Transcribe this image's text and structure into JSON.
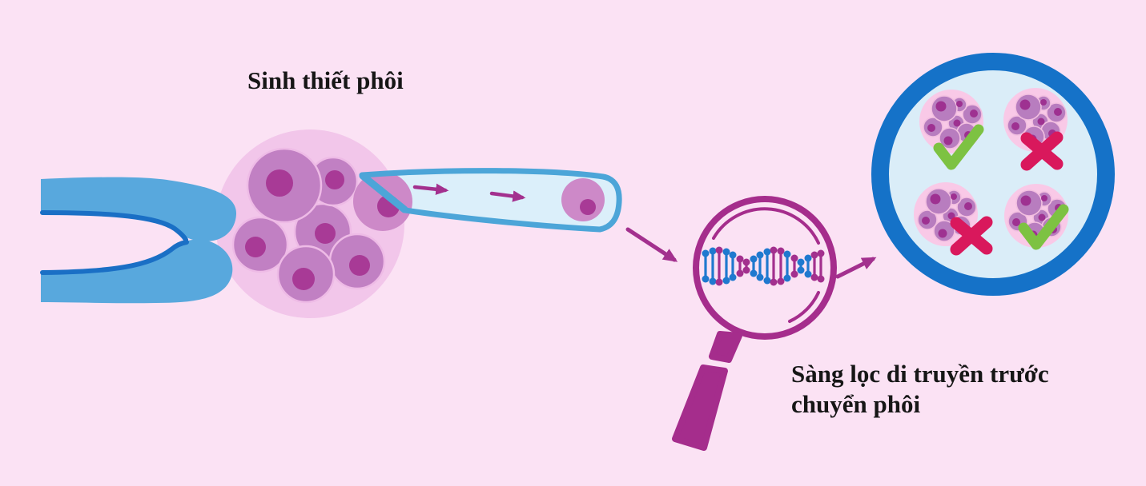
{
  "labels": {
    "biopsy": "Sinh thiết phôi",
    "screening_line1": "Sàng lọc di truyền trước",
    "screening_line2": "chuyển phôi"
  },
  "colors": {
    "bg": "#fbe2f4",
    "text": "#161616",
    "forceps-blue": "#58a8dd",
    "forceps-dark": "#1a6fc5",
    "halo-pink": "#f2c6ea",
    "cell-purple": "#c180c3",
    "cell-light": "#cd89c8",
    "cell-stroke": "#eebbe6",
    "cell-nucleus": "#a83a96",
    "pipette-stroke": "#4ca5d8",
    "pipette-fill": "#dbeffa",
    "arrow-magenta": "#a3308e",
    "magnifier-magenta": "#a52d8c",
    "dna-blue": "#1f79cf",
    "dna-magenta": "#a3308e",
    "dish-ring": "#1572c8",
    "dish-fill": "#daedf8",
    "mini-halo": "#f9c9e7",
    "mini-cell": "#b87dbf",
    "mini-cell-stroke": "#f2bfe0",
    "mini-nucleus": "#9e3191",
    "check-green": "#7dc242",
    "cross-red": "#d9185c"
  },
  "icons": {
    "holding_pipette": "holding-pipette-icon",
    "embryo_cluster": "embryo-icon",
    "biopsy_pipette": "biopsy-pipette-icon",
    "dna_magnifier": "dna-magnifier-icon",
    "petri_dish": "petri-dish-icon",
    "pass_mark": "check-icon",
    "fail_mark": "cross-icon",
    "flow_arrow": "arrow-icon"
  },
  "petri_dish": {
    "embryos": [
      {
        "position": "top-left",
        "status": "pass"
      },
      {
        "position": "top-right",
        "status": "fail"
      },
      {
        "position": "bottom-left",
        "status": "fail"
      },
      {
        "position": "bottom-right",
        "status": "pass"
      }
    ]
  }
}
